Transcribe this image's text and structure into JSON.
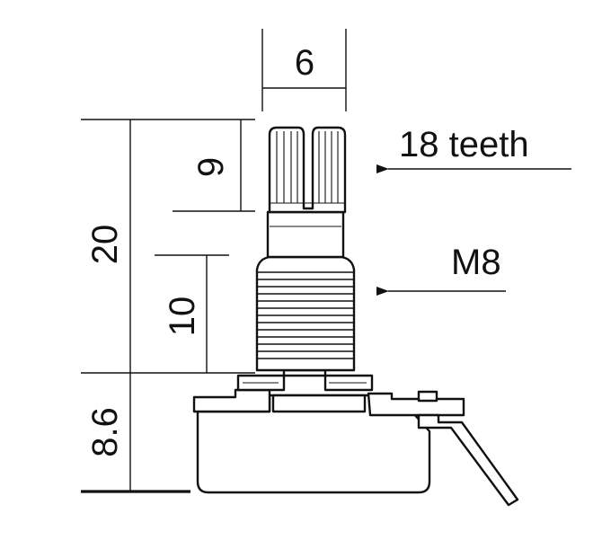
{
  "dimensions": {
    "shaft_diameter": "6",
    "knurl_length": "9",
    "total_height": "20",
    "thread_length": "10",
    "body_height": "8.6"
  },
  "callouts": {
    "teeth": "18 teeth",
    "thread": "M8"
  }
}
